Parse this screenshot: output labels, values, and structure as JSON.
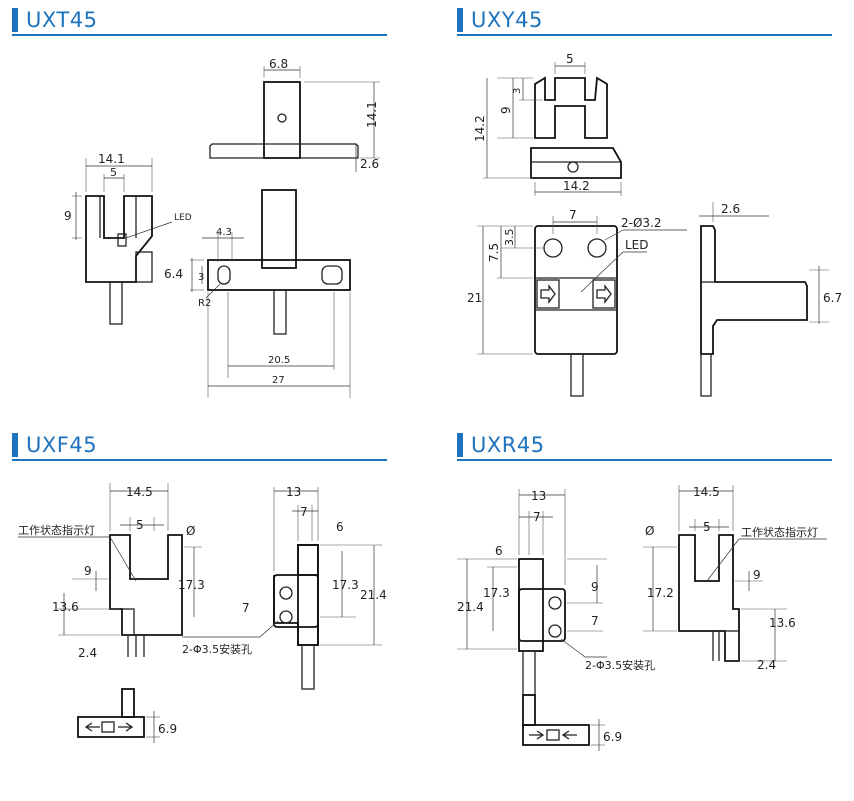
{
  "brand_color": "#1e73be",
  "panels": {
    "uxt45": {
      "title": "UXT45",
      "dims": {
        "top_w": "6.8",
        "top_h": "14.1",
        "top_t": "2.6",
        "side_w": "14.1",
        "side_gap": "5",
        "side_h": "9",
        "led": "LED",
        "front_w1": "4.3",
        "front_h": "6.4",
        "front_h2": "3",
        "front_r": "R2",
        "front_c": "20.5",
        "front_total": "27"
      }
    },
    "uxy45": {
      "title": "UXY45",
      "dims": {
        "top_gap": "5",
        "top_h1": "9",
        "top_h2": "3",
        "top_total": "14.2",
        "bottom_w": "14.2",
        "front_w": "7",
        "front_holes": "2-Ø3.2",
        "front_h1": "3.5",
        "front_h2": "7.5",
        "front_total": "21",
        "led": "LED",
        "side_t": "2.6",
        "side_h": "6.7"
      }
    },
    "uxf45": {
      "title": "UXF45",
      "dims": {
        "w_total": "14.5",
        "gap": "5",
        "zero": "Ø",
        "h_slot": "17.3",
        "h_9": "9",
        "h_136": "13.6",
        "t_24": "2.4",
        "led_label": "工作状态指示灯",
        "side_w": "13",
        "side_w2": "7",
        "side_6": "6",
        "side_173": "17.3",
        "side_214": "21.4",
        "side_7": "7",
        "holes": "2-Φ3.5安装孔",
        "bottom_h": "6.9"
      }
    },
    "uxr45": {
      "title": "UXR45",
      "dims": {
        "side_w": "13",
        "side_w2": "7",
        "side_6": "6",
        "side_214": "21.4",
        "side_173": "17.3",
        "side_9": "9",
        "side_7": "7",
        "holes": "2-Φ3.5安装孔",
        "w_total": "14.5",
        "gap": "5",
        "zero": "Ø",
        "led_label": "工作状态指示灯",
        "h_172": "17.2",
        "h_9": "9",
        "h_136": "13.6",
        "t_24": "2.4",
        "bottom_h": "6.9"
      }
    }
  }
}
